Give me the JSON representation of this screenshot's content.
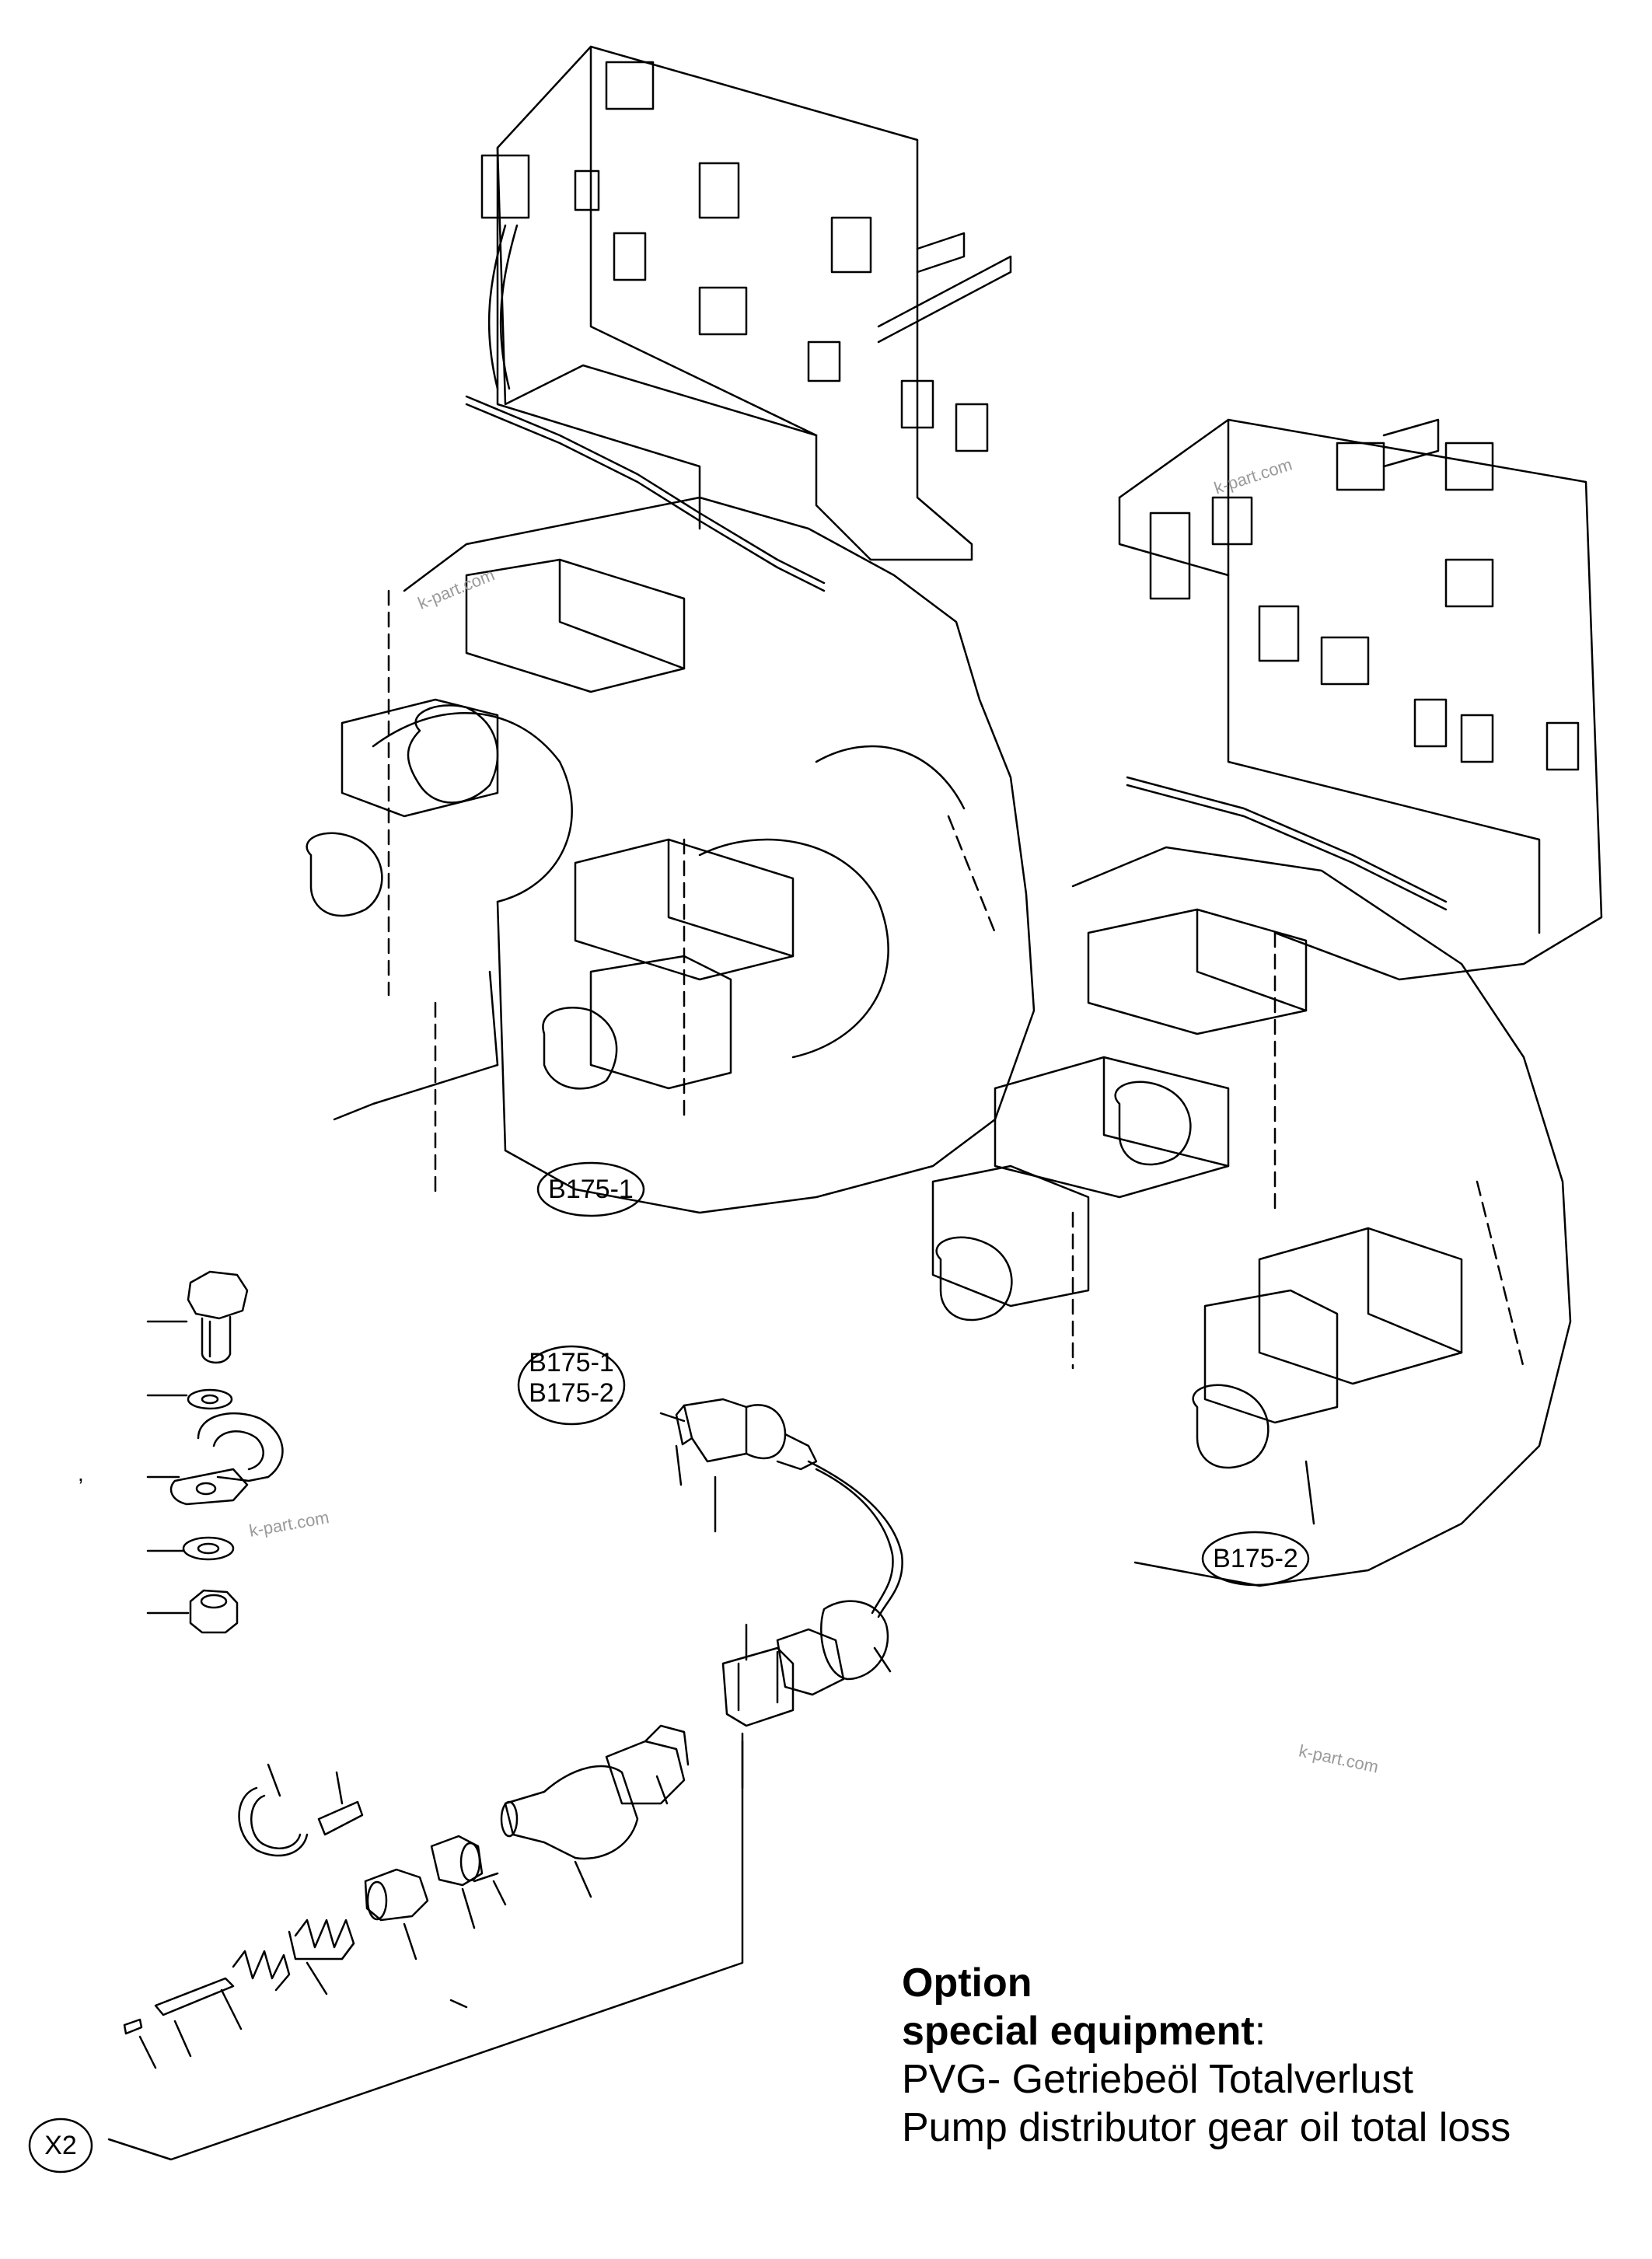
{
  "labels": {
    "b175_1_top": "B175-1",
    "b175_1_mid": "B175-1",
    "b175_2_mid": "B175-2",
    "b175_2_right": "B175-2",
    "x2": "X2",
    "stray_mark": ","
  },
  "watermarks": [
    "k-part.com",
    "k-part.com",
    "k-part.com",
    "k-part.com"
  ],
  "caption": {
    "line1": "Option",
    "line2": "special equipment",
    "line2_suffix": ":",
    "line3": "PVG- Getriebeöl Totalverlust",
    "line4": "Pump distributor gear oil total loss"
  }
}
